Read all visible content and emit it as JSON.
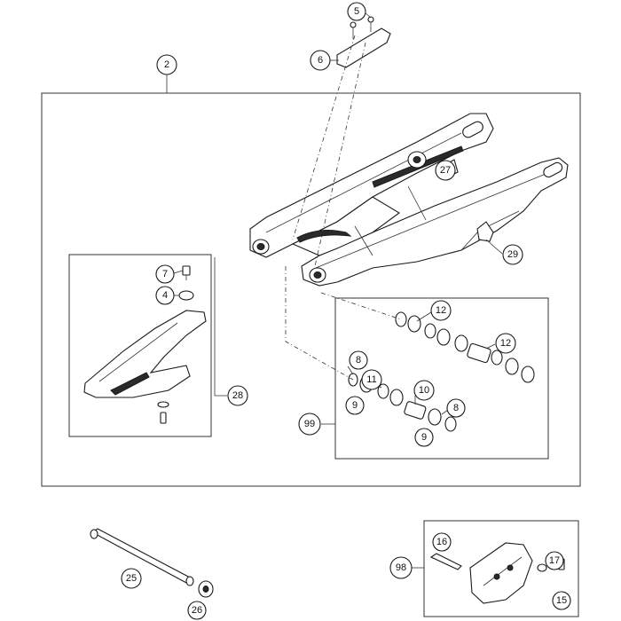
{
  "diagram": {
    "callouts": {
      "c2": "2",
      "c5": "5",
      "c6": "6",
      "c27": "27",
      "c29": "29",
      "c7": "7",
      "c4": "4",
      "c28": "28",
      "c12a": "12",
      "c12b": "12",
      "c8a": "8",
      "c11": "11",
      "c10": "10",
      "c9a": "9",
      "c8b": "8",
      "c9b": "9",
      "c99": "99",
      "c25": "25",
      "c26": "26",
      "c16": "16",
      "c17": "17",
      "c98": "98",
      "c15": "15"
    }
  }
}
